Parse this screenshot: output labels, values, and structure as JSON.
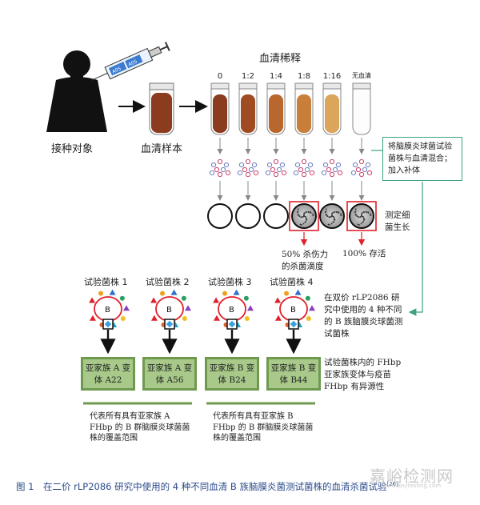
{
  "top": {
    "subject_label": "接种对象",
    "serum_sample_label": "血清样本",
    "serum_dilution_title": "血清稀释",
    "dilutions": [
      "0",
      "1:2",
      "1:4",
      "1:8",
      "1:16",
      "无血清"
    ],
    "mix_note": "将脑膜炎球菌试验菌株与血清混合；加入补体",
    "growth_label": "测定细菌生长",
    "kill50_label": "50% 杀伤力的杀菌滴度",
    "survive_label": "100% 存活",
    "syringe_labels": [
      "A05",
      "A05"
    ]
  },
  "strains": [
    {
      "label": "试验菌株 1",
      "variant": "亚家族 A 变体 A22"
    },
    {
      "label": "试验菌株 2",
      "variant": "亚家族 A 变体 A56"
    },
    {
      "label": "试验菌株 3",
      "variant": "亚家族 B 变体 B24"
    },
    {
      "label": "试验菌株 4",
      "variant": "亚家族 B 变体 B44"
    }
  ],
  "bacterium_letter": "B",
  "notes": {
    "strains_note": "在双价 rLP2086 研究中使用的 4 种不同的 B 族脑膜炎球菌测试菌株",
    "variants_note": "试验菌株内的 FHbp 亚家族变体与疫苗 FHbp 有异源性"
  },
  "coverage": {
    "a": "代表所有具有亚家族 A FHbp 的 B 群脑膜炎球菌菌株的覆盖范围",
    "b": "代表所有具有亚家族 B FHbp 的 B 群脑膜炎球菌菌株的覆盖范围"
  },
  "caption": {
    "text": "图 1　在二价 rLP2086 研究中使用的 4 种不同血清 B 族脑膜炎菌测试菌株的血清杀菌试验",
    "ref": "[26]"
  },
  "watermark": {
    "main": "嘉峪检测网",
    "sub": "www.anytesting.com"
  },
  "colors": {
    "serum": "#8b3b1e",
    "green": "#6e9a4f",
    "teal": "#3aa37a",
    "red": "#e0202a",
    "blue": "#2b4a8a"
  }
}
